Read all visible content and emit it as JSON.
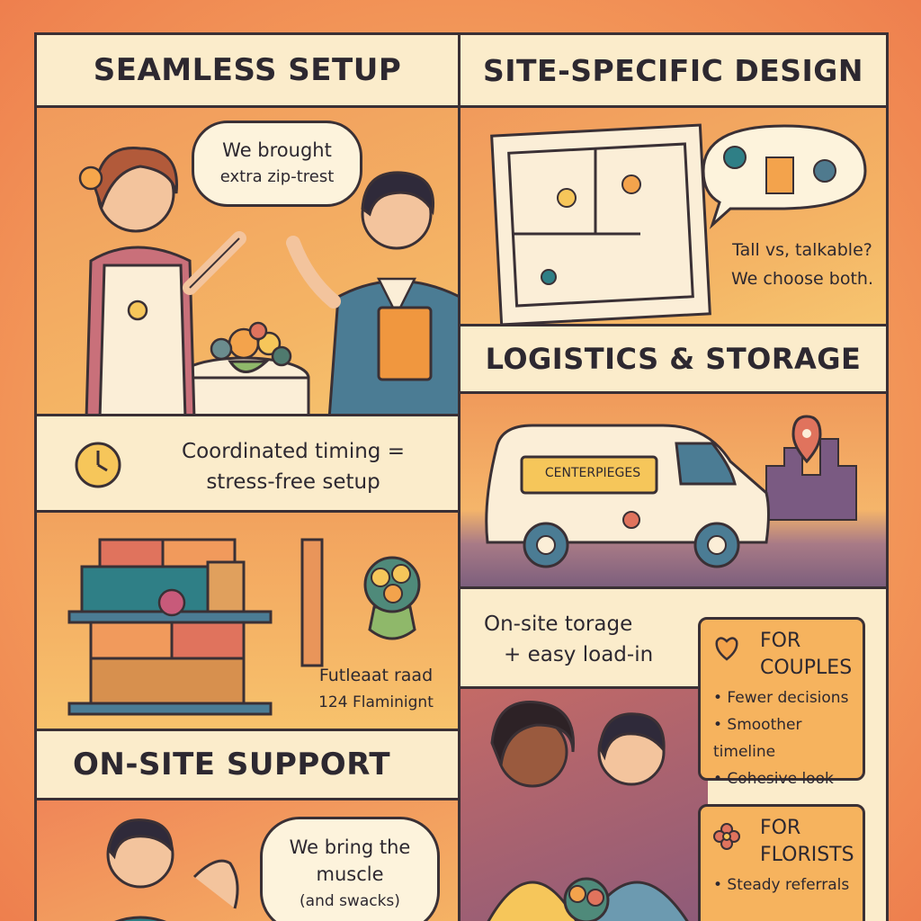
{
  "panels": {
    "seamless": {
      "title": "SEAMLESS SETUP",
      "bubble_line1": "We brought",
      "bubble_line2": "extra zip-trest"
    },
    "timing": {
      "line1": "Coordinated timing =",
      "line2": "stress-free setup"
    },
    "storage_shelf": {
      "label_line1": "Futleaat raad",
      "label_line2": "124 Flaminignt"
    },
    "onsite_support": {
      "title": "ON-SITE SUPPORT",
      "bubble_line1": "We bring the",
      "bubble_line2": "muscle",
      "bubble_line3": "(and swacks)"
    },
    "site_specific": {
      "title": "SITE-SPECIFIC DESIGN",
      "caption_line1": "Tall vs, talkable?",
      "caption_line2": "We choose both."
    },
    "logistics": {
      "title": "LOGISTICS & STORAGE",
      "van_label": "CENTERPIEGES"
    },
    "onsite_storage": {
      "line1": "On-site torage",
      "line2": "+ easy load-in"
    },
    "for_couples": {
      "heading_line1": "FOR",
      "heading_line2": "COUPLES",
      "items": [
        "• Fewer decisions",
        "• Smoother timeline",
        "• Cohesive look"
      ]
    },
    "for_florists": {
      "heading_line1": "FOR",
      "heading_line2": "FLORISTS",
      "items": [
        "• Steady referrals"
      ]
    }
  },
  "colors": {
    "ink": "#3a3035",
    "cream": "#fbeccb",
    "orange": "#f19a5c",
    "teal": "#2f7f86"
  }
}
